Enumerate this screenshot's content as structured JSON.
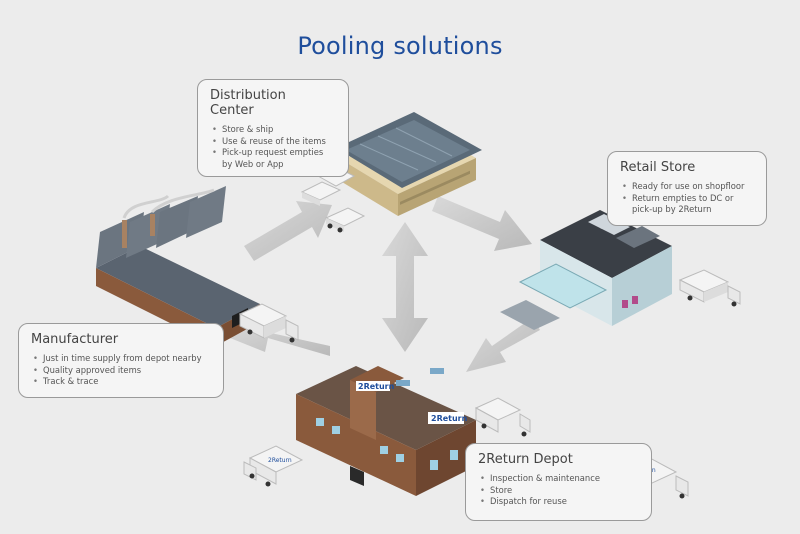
{
  "title": "Pooling solutions",
  "brand_text": "2Return",
  "colors": {
    "title": "#1f4e9c",
    "arrow": "#c9c9c9",
    "roof_dark": "#5a6470",
    "brick": "#8a5a3c",
    "brand_green": "#5aa83a"
  },
  "cards": {
    "distribution_center": {
      "title": "Distribution\nCenter",
      "items": [
        "Store & ship",
        "Use & reuse of the items",
        "Pick-up request empties by Web or App"
      ]
    },
    "retail_store": {
      "title": "Retail Store",
      "items": [
        "Ready for use on shopfloor",
        "Return empties to DC or pick-up by 2Return"
      ]
    },
    "manufacturer": {
      "title": "Manufacturer",
      "items": [
        "Just in time supply from depot nearby",
        "Quality approved items",
        "Track & trace"
      ]
    },
    "depot": {
      "title": "2Return Depot",
      "items": [
        "Inspection & maintenance",
        "Store",
        "Dispatch for reuse"
      ]
    }
  }
}
